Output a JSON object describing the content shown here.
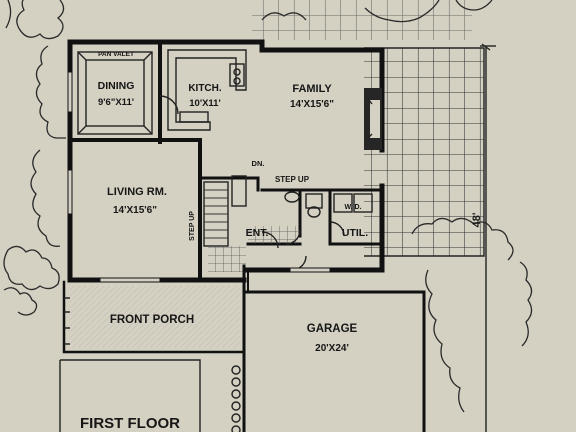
{
  "rooms": {
    "pan_valet": {
      "name": "PAN VALET"
    },
    "dining": {
      "name": "DINING",
      "size": "9'6\"X11'"
    },
    "kitchen": {
      "name": "KITCH.",
      "size": "10'X11'"
    },
    "family": {
      "name": "FAMILY",
      "size": "14'X15'6\""
    },
    "living": {
      "name": "LIVING RM.",
      "size": "14'X15'6\""
    },
    "entry": {
      "name": "ENT."
    },
    "utility": {
      "name": "UTIL."
    },
    "front_porch": {
      "name": "FRONT PORCH"
    },
    "garage": {
      "name": "GARAGE",
      "size": "20'X24'"
    }
  },
  "annotations": {
    "dn": "DN.",
    "step_up_top": "STEP UP",
    "step_up_side": "STEP UP",
    "washer_dryer": "W.  D.",
    "overall_dim": "48'"
  },
  "floor_label": "FIRST FLOOR",
  "colors": {
    "paper": "#d4d0c2",
    "ink": "#111111"
  }
}
